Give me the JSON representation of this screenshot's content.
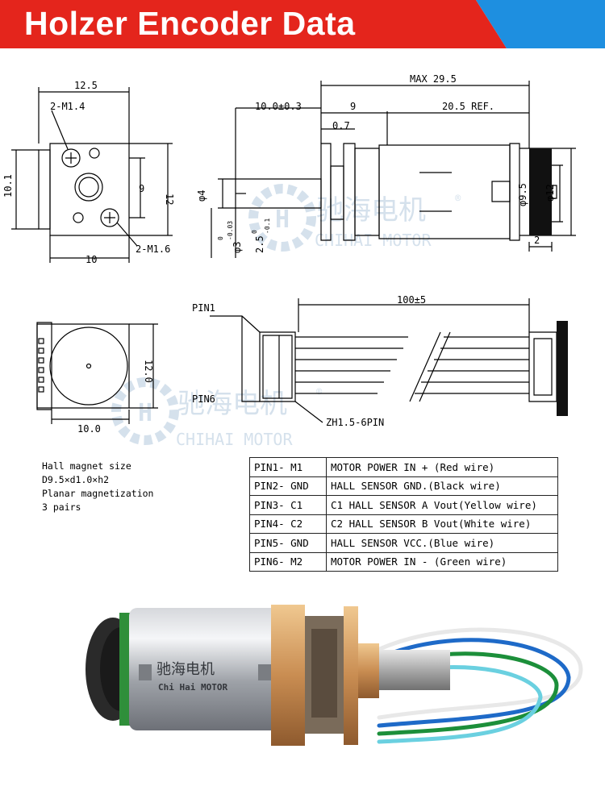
{
  "header": {
    "title": "Holzer Encoder Data"
  },
  "colors": {
    "banner_red": "#e4251c",
    "banner_blue": "#1e8fe0",
    "watermark": "#c7d7e6"
  },
  "watermark": {
    "chinese": "驰海电机",
    "english": "CHIHAI MOTOR",
    "reg": "®"
  },
  "front_view": {
    "width": "12.5",
    "screw_top": "2-M1.4",
    "height_left": "10.1",
    "hole_spacing": "9",
    "height_right": "12",
    "bottom_width": "10",
    "screw_bottom": "2-M1.6"
  },
  "side_view": {
    "max_length": "MAX 29.5",
    "shaft_length": "10.0±0.3",
    "gearbox": "9",
    "motor_ref": "20.5 REF.",
    "gap": "0.7",
    "shaft_d": "φ4",
    "shaft_d3": "φ3",
    "shaft_tol_top": "0",
    "shaft_tol_bottom": "-0.03",
    "flat": "2.5",
    "flat_tol_top": "0",
    "flat_tol_bottom": "-0.1",
    "encoder_d": "φ9.5",
    "body_d": "φ12",
    "encoder_len": "2"
  },
  "encoder_view": {
    "height": "12.0",
    "width": "10.0"
  },
  "cable_view": {
    "pin1": "PIN1",
    "pin6": "PIN6",
    "length": "100±5",
    "connector": "ZH1.5-6PIN"
  },
  "magnet": {
    "line1": "Hall magnet size",
    "line2": "D9.5×d1.0×h2",
    "line3": "Planar magnetization",
    "line4": "3 pairs"
  },
  "pins": [
    {
      "pin": "PIN1- M1",
      "desc": "MOTOR POWER IN + (Red wire)"
    },
    {
      "pin": "PIN2- GND",
      "desc": "HALL SENSOR GND.(Black wire)"
    },
    {
      "pin": "PIN3- C1",
      "desc": "C1 HALL SENSOR A Vout(Yellow wire)"
    },
    {
      "pin": "PIN4- C2",
      "desc": "C2 HALL SENSOR B Vout(White wire)"
    },
    {
      "pin": "PIN5- GND",
      "desc": "HALL SENSOR VCC.(Blue wire)"
    },
    {
      "pin": "PIN6- M2",
      "desc": "MOTOR POWER IN - (Green wire)"
    }
  ],
  "photo": {
    "label_cn": "驰海电机",
    "label_en": "Chi Hai MOTOR"
  }
}
